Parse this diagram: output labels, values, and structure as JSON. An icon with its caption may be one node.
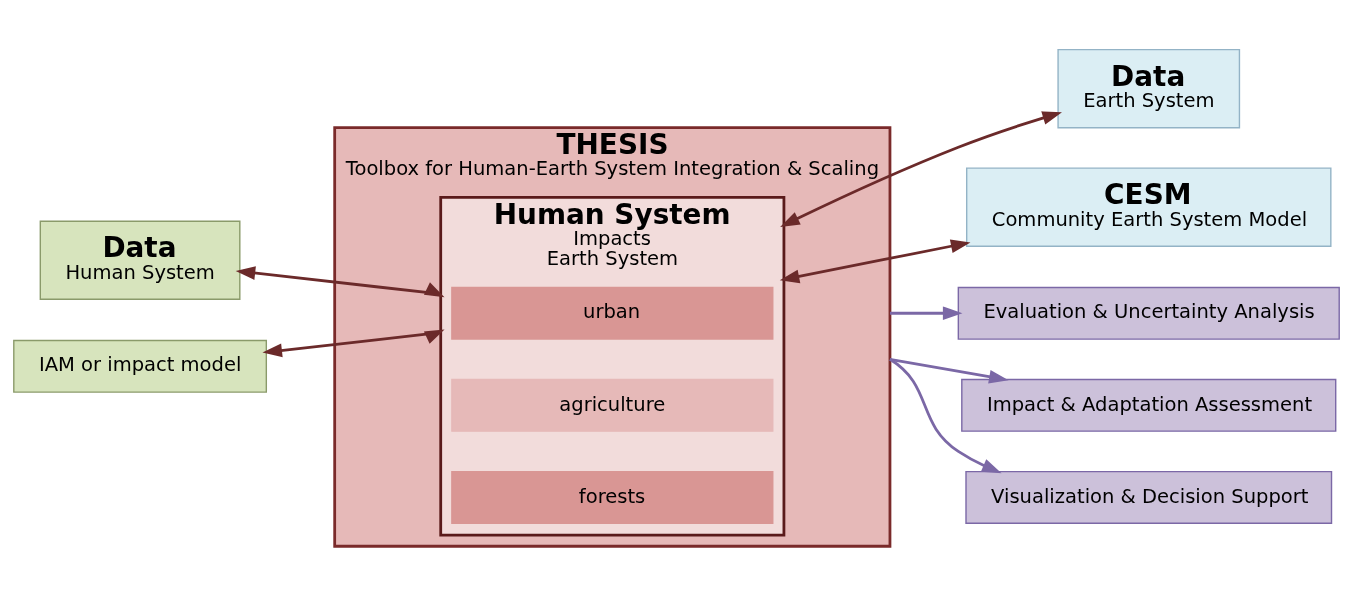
{
  "diagram": {
    "nodes": [
      {
        "text": [
          "Data",
          "Human System"
        ]
      },
      {
        "text": [
          "IAM or impact model"
        ]
      },
      {
        "text": [
          "THESIS",
          "Toolbox for Human-Earth System Integration & Scaling"
        ]
      },
      {
        "text": [
          "Human System",
          "Impacts",
          "Earth System"
        ],
        "in": 2
      },
      {
        "text": [
          "urban"
        ],
        "in": 3
      },
      {
        "text": [
          "agriculture"
        ],
        "in": 3
      },
      {
        "text": [
          "forests"
        ],
        "in": 3
      },
      {
        "text": [
          "Data",
          "Earth System"
        ]
      },
      {
        "text": [
          "CESM",
          "Community Earth System Model"
        ]
      },
      {
        "text": [
          "Evaluation & Uncertainty Analysis"
        ]
      },
      {
        "text": [
          "Impact & Adaptation Assessment"
        ]
      },
      {
        "text": [
          "Visualization & Decision Support"
        ]
      }
    ],
    "edges": [
      {
        "from": 0,
        "to": 3,
        "arrow": "both"
      },
      {
        "from": 1,
        "to": 3,
        "arrow": "both"
      },
      {
        "from": 3,
        "to": 7,
        "arrow": "both"
      },
      {
        "from": 3,
        "to": 8,
        "arrow": "both"
      },
      {
        "from": 2,
        "to": 9,
        "arrow": "to",
        "color": "#7b68a6"
      },
      {
        "from": 2,
        "to": 10,
        "arrow": "to",
        "color": "#7b68a6"
      },
      {
        "from": 2,
        "to": 11,
        "arrow": "to",
        "color": "#7b68a6"
      }
    ]
  }
}
